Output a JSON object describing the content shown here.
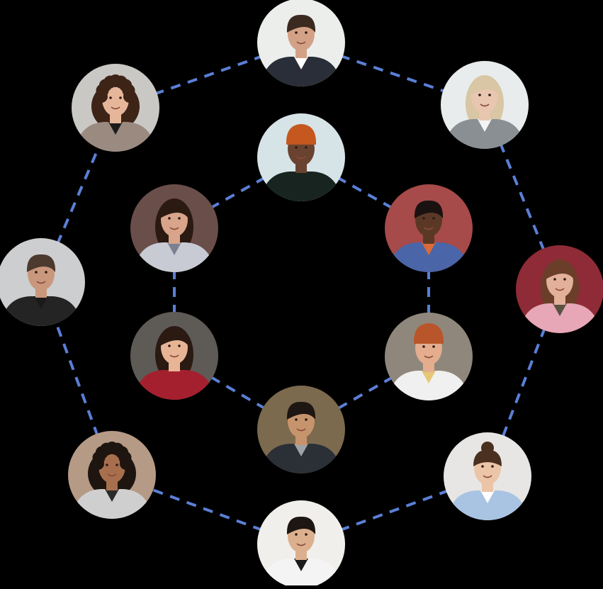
{
  "theme": {
    "background": "#000000",
    "connector_color": "#5b7fd6"
  },
  "network": {
    "outer_ring": [
      {
        "id": "o1",
        "name": "man-in-suit-portrait",
        "bg": "#eceeec",
        "skin": "#d3a286",
        "hair": "#3a2a20",
        "clothes": "#2a2e38",
        "hair_style": "short",
        "accent": "#ffffff"
      },
      {
        "id": "o2",
        "name": "blonde-woman-portrait",
        "bg": "#e9ecec",
        "skin": "#e8c6b0",
        "hair": "#d8c6a4",
        "clothes": "#8a8f94",
        "hair_style": "long",
        "accent": "#f4f4f4"
      },
      {
        "id": "o3",
        "name": "woman-pink-blazer-portrait",
        "bg": "#8e2b36",
        "skin": "#e3b09a",
        "hair": "#6b3e2a",
        "clothes": "#e7a7b6",
        "hair_style": "long",
        "accent": "#5a5240"
      },
      {
        "id": "o4",
        "name": "woman-blue-blouse-portrait",
        "bg": "#e8e6e4",
        "skin": "#ecc4a8",
        "hair": "#4a3020",
        "clothes": "#a9c4e3",
        "hair_style": "bun",
        "accent": "#ffffff"
      },
      {
        "id": "o5",
        "name": "young-man-white-shirt-portrait",
        "bg": "#f1efec",
        "skin": "#dcb08e",
        "hair": "#1d1612",
        "clothes": "#f4f4f4",
        "hair_style": "short",
        "accent": "#1c1c1c"
      },
      {
        "id": "o6",
        "name": "woman-curly-hair-portrait",
        "bg": "#b59a86",
        "skin": "#a86f4e",
        "hair": "#1f1510",
        "clothes": "#cfcfd0",
        "hair_style": "curly",
        "accent": "#2a2a2a"
      },
      {
        "id": "o7",
        "name": "middle-aged-man-portrait",
        "bg": "#cdced0",
        "skin": "#c8977c",
        "hair": "#4c3a2e",
        "clothes": "#242424",
        "hair_style": "short",
        "accent": "#1a1a1a"
      },
      {
        "id": "o8",
        "name": "woman-glasses-portrait",
        "bg": "#c9c8c4",
        "skin": "#e6b69a",
        "hair": "#3d2416",
        "clothes": "#9a8a80",
        "hair_style": "curly",
        "accent": "#1b1b1b"
      }
    ],
    "inner_ring": [
      {
        "id": "i1",
        "name": "man-orange-beanie-portrait",
        "bg": "#d6e4e8",
        "skin": "#6a4330",
        "hair": "#c4581f",
        "clothes": "#182420",
        "hair_style": "beanie",
        "accent": "#182420"
      },
      {
        "id": "i2",
        "name": "smiling-woman-patterned-top-portrait",
        "bg": "#a64a4a",
        "skin": "#5b3826",
        "hair": "#1a1210",
        "clothes": "#4a65a8",
        "hair_style": "short",
        "accent": "#d96b3a"
      },
      {
        "id": "i3",
        "name": "woman-orange-cap-portrait",
        "bg": "#8f877c",
        "skin": "#e3ad8e",
        "hair": "#b9552a",
        "clothes": "#f0f0f0",
        "hair_style": "beanie",
        "accent": "#e5c777"
      },
      {
        "id": "i4",
        "name": "young-man-smiling-portrait",
        "bg": "#7c6a4e",
        "skin": "#c6946c",
        "hair": "#1e1612",
        "clothes": "#2b2f36",
        "hair_style": "short",
        "accent": "#9da3a8"
      },
      {
        "id": "i5",
        "name": "woman-red-sweater-portrait",
        "bg": "#5e5a56",
        "skin": "#e8b496",
        "hair": "#2a1a12",
        "clothes": "#a5202e",
        "hair_style": "long",
        "accent": "#a5202e"
      },
      {
        "id": "i6",
        "name": "woman-brick-wall-portrait",
        "bg": "#6a4e4a",
        "skin": "#d8a48a",
        "hair": "#2a1a12",
        "clothes": "#c8cbd4",
        "hair_style": "long",
        "accent": "#7a8090"
      }
    ]
  }
}
